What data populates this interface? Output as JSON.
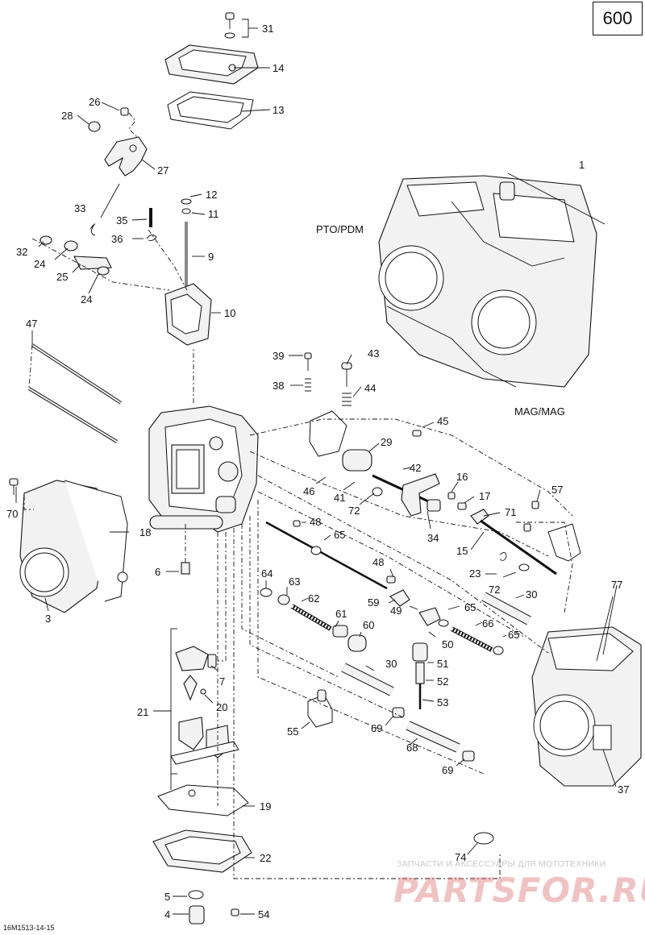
{
  "page_number": "600",
  "footer_code": "16M1513-14-15",
  "watermark": {
    "text": "ЗАПЧАСТИ И АКСЕССУАРЫ ДЛЯ МОТОТЕХНИКИ",
    "logo": "PARTSFOR.RU"
  },
  "labels": {
    "pto": "PTO/PDM",
    "mag": "MAG/MAG"
  },
  "callouts": [
    "31",
    "14",
    "13",
    "26",
    "28",
    "27",
    "1",
    "12",
    "11",
    "33",
    "35",
    "36",
    "9",
    "32",
    "24",
    "25",
    "24",
    "10",
    "47",
    "39",
    "43",
    "38",
    "44",
    "45",
    "29",
    "42",
    "46",
    "41",
    "72",
    "16",
    "17",
    "57",
    "71",
    "34",
    "15",
    "70",
    "18",
    "48",
    "65",
    "64",
    "63",
    "62",
    "48",
    "59",
    "49",
    "61",
    "60",
    "65",
    "66",
    "50",
    "65",
    "23",
    "72",
    "30",
    "77",
    "6",
    "3",
    "7",
    "20",
    "51",
    "52",
    "53",
    "30",
    "21",
    "55",
    "69",
    "68",
    "69",
    "37",
    "19",
    "22",
    "74",
    "5",
    "4",
    "54"
  ],
  "colors": {
    "line": "#111111",
    "part_fill": "#f2f2f2",
    "watermark_logo": "#e07878",
    "watermark_text": "#c8c8c8"
  }
}
